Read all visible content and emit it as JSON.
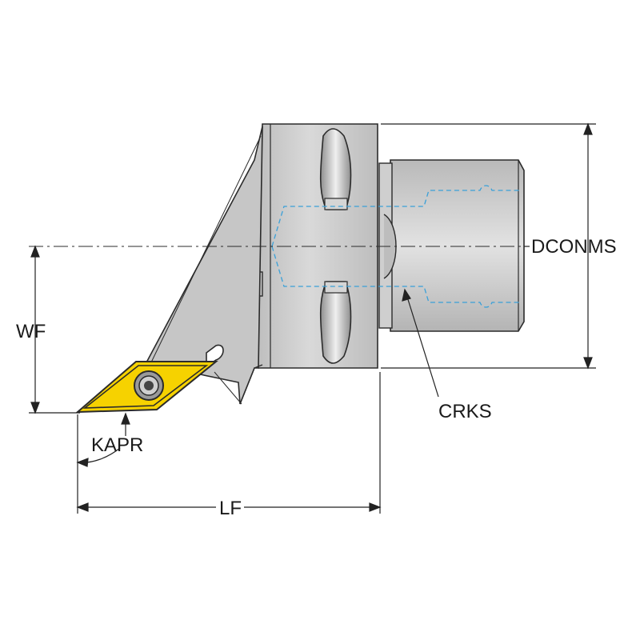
{
  "labels": {
    "dconms": "DCONMS",
    "wf": "WF",
    "crks": "CRKS",
    "kapr": "KAPR",
    "lf": "LF"
  },
  "colors": {
    "body": "#c2c2c2",
    "body_light": "#dedede",
    "outline": "#2b2b2b",
    "insert": "#f6d200",
    "hidden_line": "#3aa0d8",
    "dimension": "#222222"
  },
  "icons": {
    "insert_screw": "torx-screw-icon"
  }
}
